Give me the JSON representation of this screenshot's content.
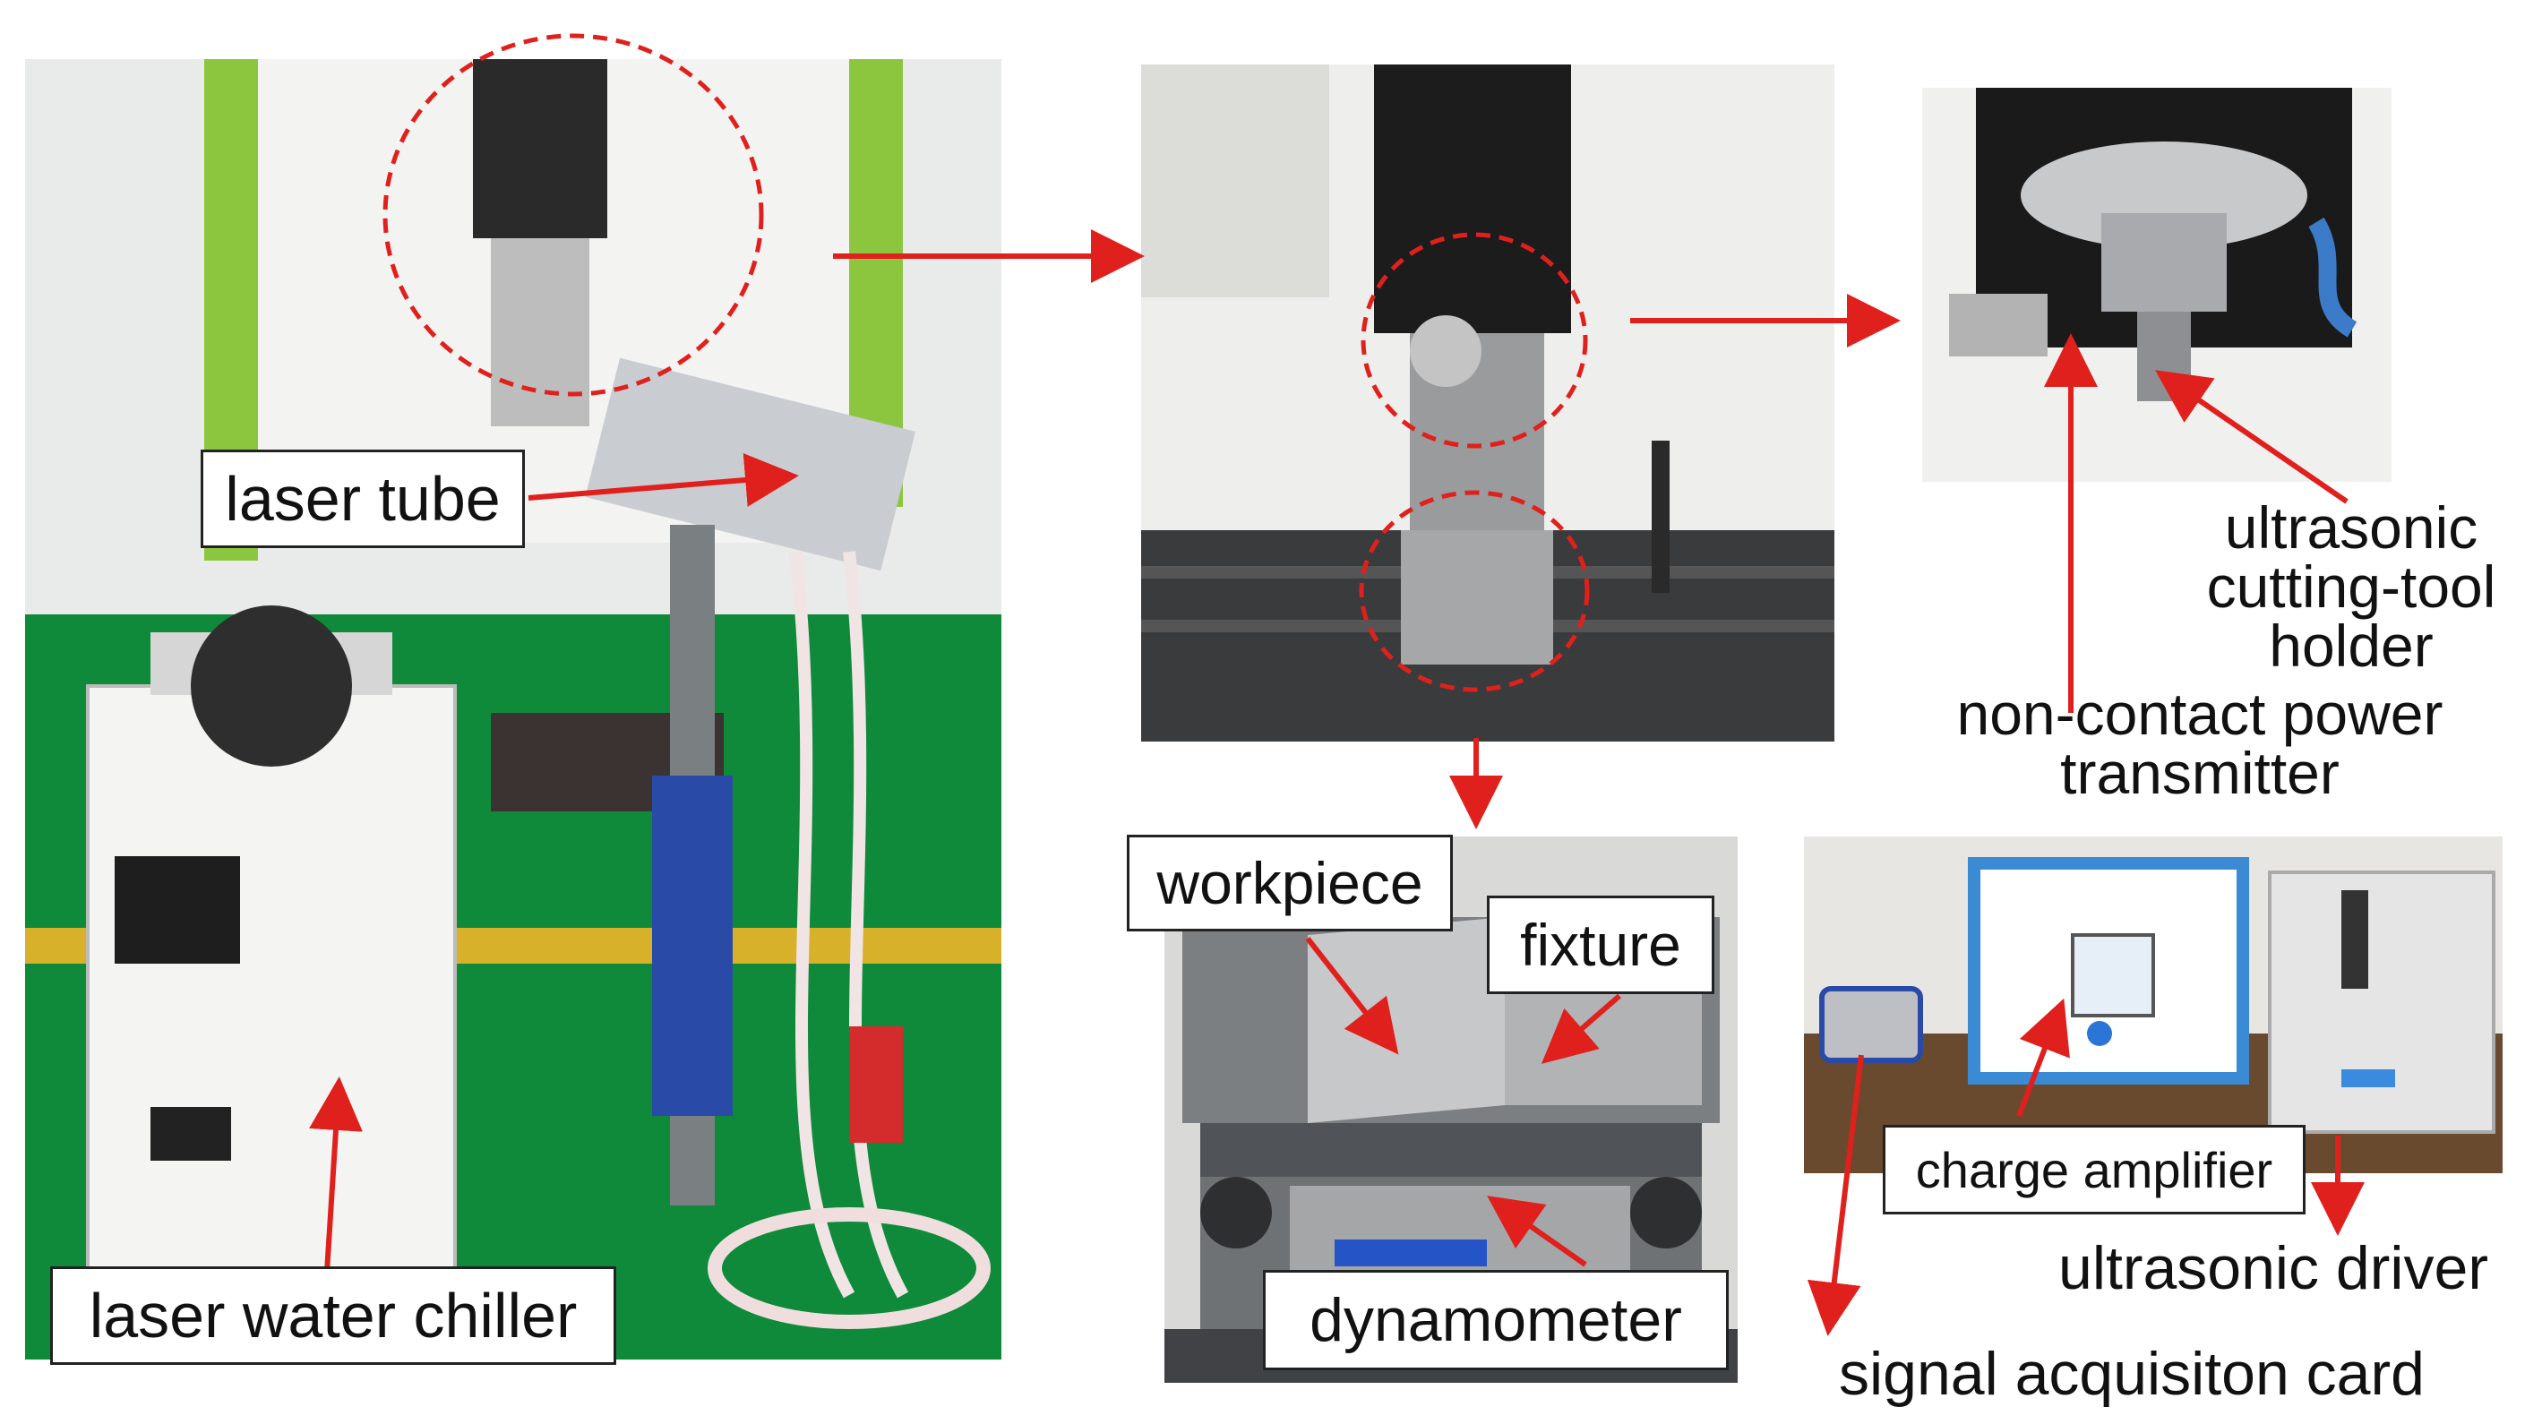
{
  "labels": {
    "laser_tube": "laser tube",
    "laser_water_chiller": "laser water chiller",
    "workpiece": "workpiece",
    "fixture": "fixture",
    "dynamometer": "dynamometer",
    "ultrasonic_tool_holder": [
      "ultrasonic",
      "cutting-tool",
      "holder"
    ],
    "power_transmitter": [
      "non-contact power",
      "transmitter"
    ],
    "charge_amplifier": "charge amplifier",
    "ultrasonic_driver": "ultrasonic driver",
    "signal_card": "signal acquisiton card"
  },
  "colors": {
    "arrow": "#e0201c",
    "highlight_circle": "#e0201c",
    "floor_green": "#0e8a3a",
    "machine_green": "#8cc63f",
    "box_border": "#222222"
  }
}
